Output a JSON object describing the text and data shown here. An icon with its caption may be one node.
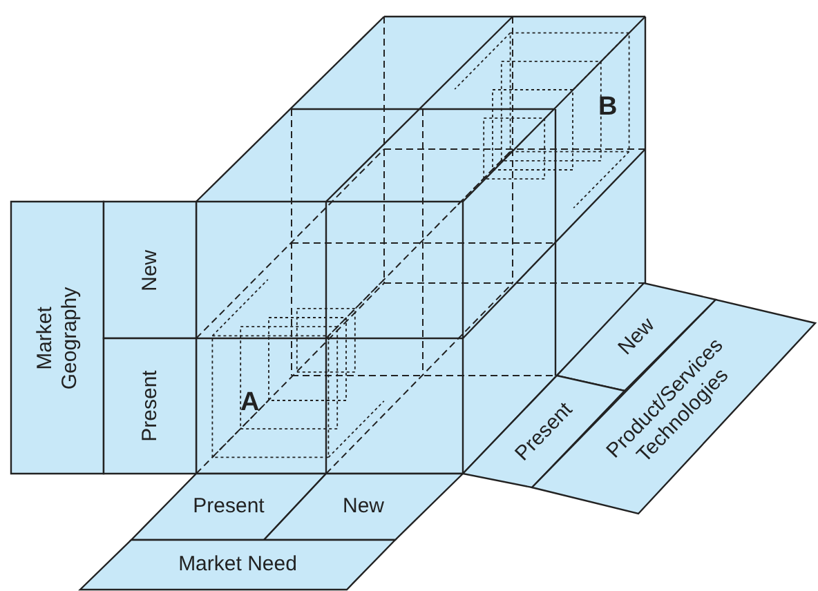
{
  "diagram": {
    "nodes": [
      {
        "text": [
          "Market Geography"
        ]
      },
      {
        "text": [
          "New"
        ]
      },
      {
        "text": [
          "Present"
        ]
      },
      {
        "text": [
          "Present"
        ]
      },
      {
        "text": [
          "New"
        ]
      },
      {
        "text": [
          "Market Need"
        ]
      },
      {
        "text": [
          "New"
        ]
      },
      {
        "text": [
          "Present"
        ]
      },
      {
        "text": [
          "Product/Services Technologies"
        ]
      }
    ],
    "labels": [
      "A",
      "B"
    ]
  }
}
